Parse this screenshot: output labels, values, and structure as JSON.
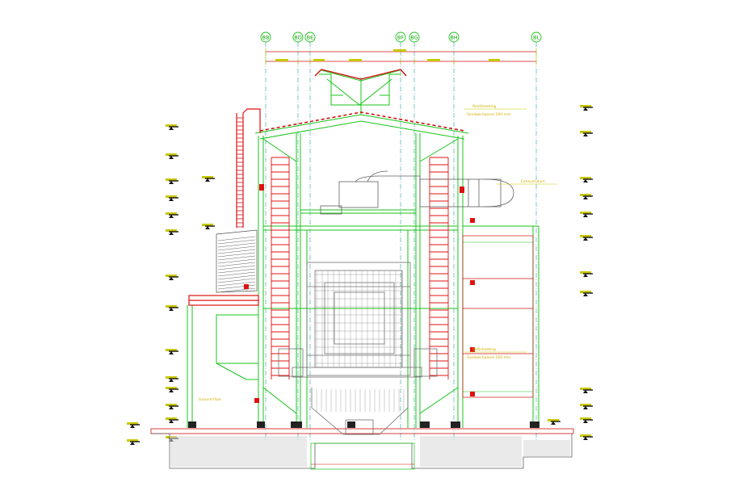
{
  "drawing": {
    "grid_labels": [
      "BB",
      "BD",
      "BE",
      "BF",
      "BG",
      "BH",
      "BL"
    ],
    "colors": {
      "structure": "#18c418",
      "stairs": "#e01010",
      "dimensions": "#c8c800",
      "equipment": "#606060",
      "concrete": "#808080",
      "grid": "#2aa0a0"
    },
    "notes": {
      "roof_note": "Roofsheeting",
      "roof_note_sub": "Sandwichpanel 100 mm",
      "wall_note": "Wallsheeting",
      "wall_note_sub": "Sandwichpanel 100 mm",
      "duct_note": "Exhaust duct",
      "ground_note": "Ground floor"
    }
  }
}
